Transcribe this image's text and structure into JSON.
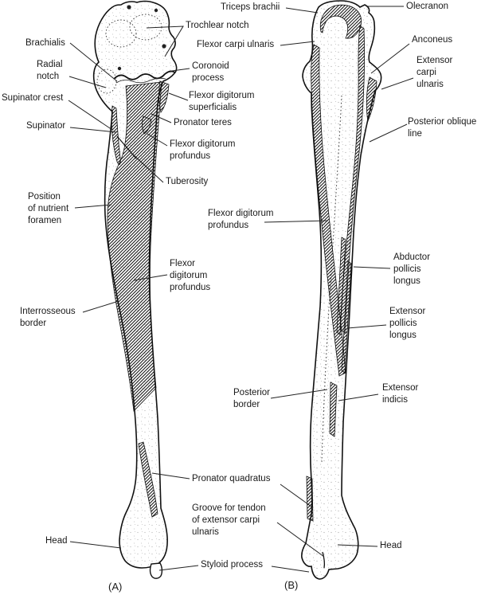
{
  "figure": {
    "panel_a_caption": "(A)",
    "panel_b_caption": "(B)"
  },
  "colors": {
    "ink": "#1a1a1a",
    "paper": "#ffffff"
  },
  "labels": {
    "brachialis": "Brachialis",
    "trochlear_notch": "Trochlear notch",
    "radial_notch": "Radial\nnotch",
    "supinator_crest": "Supinator crest",
    "supinator": "Supinator",
    "position_of_nutrient_foramen": "Position\nof nutrient\nforamen",
    "interosseous_border": "Interrosseous\nborder",
    "head_a": "Head",
    "triceps_brachii": "Triceps brachii",
    "flexor_carpi_ulnaris": "Flexor carpi ulnaris",
    "coronoid_process": "Coronoid\nprocess",
    "flexor_digitorum_superficialis": "Flexor digitorum\nsuperficialis",
    "pronator_teres": "Pronator teres",
    "flexor_digitorum_profundus_upper": "Flexor digitorum\nprofundus",
    "tuberosity": "Tuberosity",
    "flexor_digitorum_profundus_center": "Flexor digitorum\nprofundus",
    "flexor_digitorum_profundus_shaft": "Flexor\ndigitorum\nprofundus",
    "posterior_border": "Posterior\nborder",
    "pronator_quadratus": "Pronator quadratus",
    "groove_for_tendon_ecu": "Groove for tendon\nof extensor carpi\nulnaris",
    "styloid_process": "Styloid process",
    "olecranon": "Olecranon",
    "anconeus": "Anconeus",
    "extensor_carpi_ulnaris": "Extensor\ncarpi\nulnaris",
    "posterior_oblique_line": "Posterior oblique\nline",
    "abductor_pollicis_longus": "Abductor\npollicis\nlongus",
    "extensor_pollicis_longus": "Extensor\npollicis\nlongus",
    "extensor_indicis": "Extensor\nindicis",
    "head_b": "Head"
  }
}
